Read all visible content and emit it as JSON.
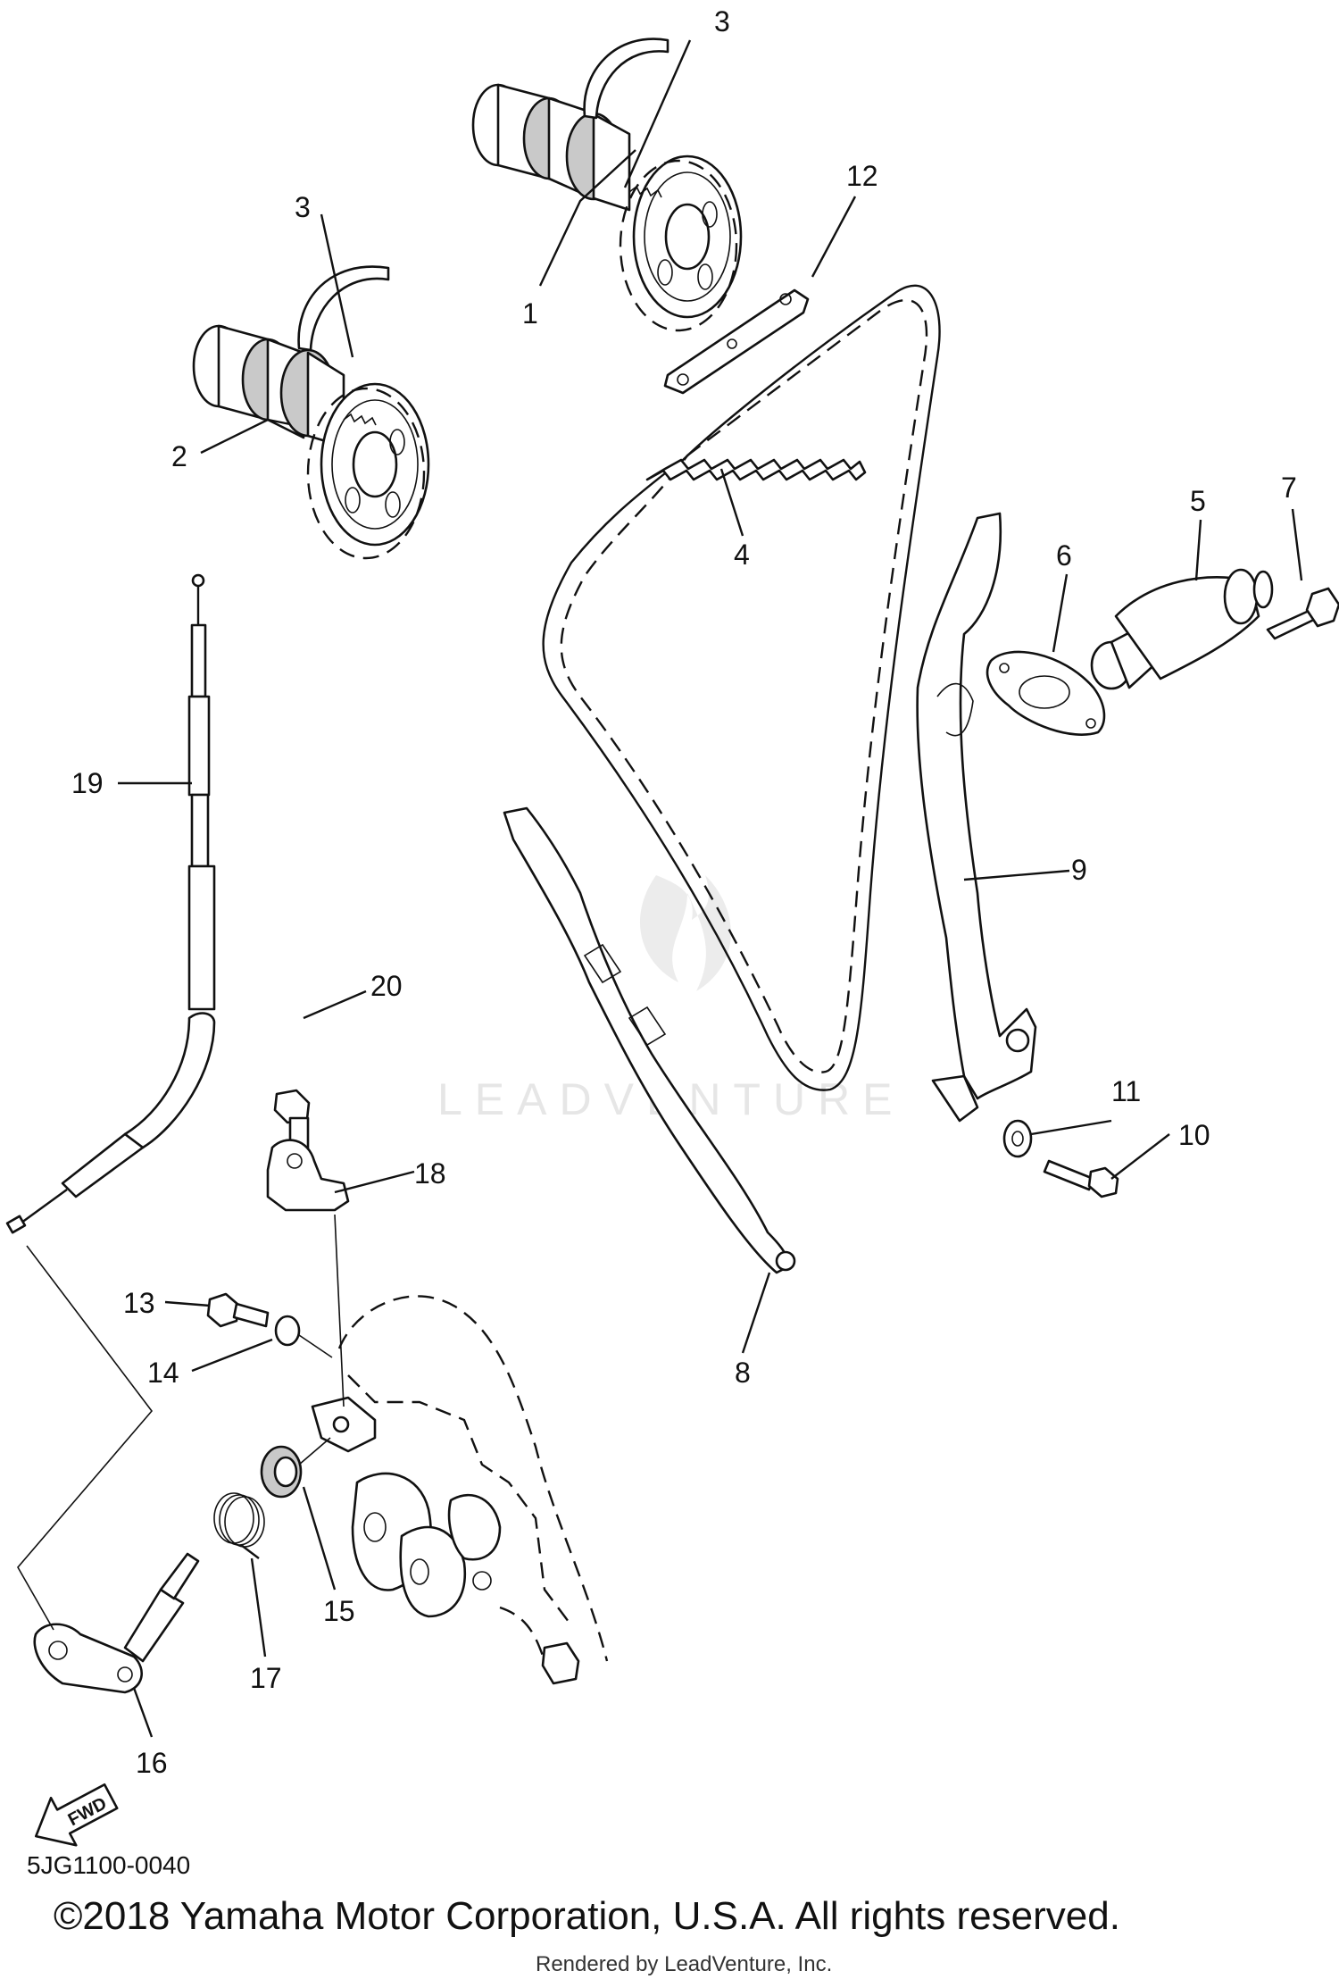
{
  "diagram": {
    "callouts": {
      "p1": "1",
      "p2": "2",
      "p3a": "3",
      "p3b": "3",
      "p4": "4",
      "p5": "5",
      "p6": "6",
      "p7": "7",
      "p8": "8",
      "p9": "9",
      "p10": "10",
      "p11": "11",
      "p12": "12",
      "p13": "13",
      "p14": "14",
      "p15": "15",
      "p16": "16",
      "p17": "17",
      "p18": "18",
      "p19": "19",
      "p20": "20"
    },
    "fwd_label": "FWD",
    "watermark": "LEADVENTURE"
  },
  "footer": {
    "diagram_code": "5JG1100-0040",
    "copyright": "©2018 Yamaha Motor Corporation, U.S.A. All rights reserved.",
    "rendered_by": "Rendered by LeadVenture, Inc."
  }
}
